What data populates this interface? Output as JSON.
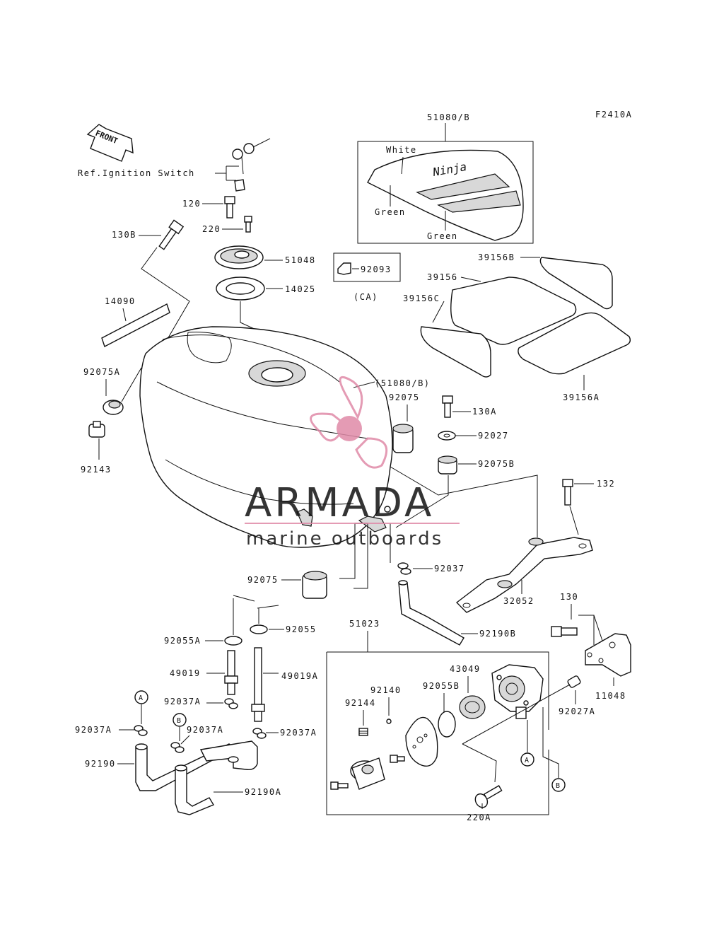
{
  "figure_code": "F2410A",
  "front_arrow": "FRONT",
  "ref_ignition": "Ref.Ignition Switch",
  "decal_box": {
    "code": "51080/B",
    "white": "White",
    "green1": "Green",
    "green2": "Green",
    "logo": "Ninja"
  },
  "box_92093": {
    "code": "92093",
    "note": "(CA)"
  },
  "labels": {
    "p120": "120",
    "p220": "220",
    "p130B": "130B",
    "p51048": "51048",
    "p14025": "14025",
    "p14090": "14090",
    "p92075A": "92075A",
    "p92143": "92143",
    "p51080B_ref": "(51080/B)",
    "p92075_a": "92075",
    "p130A": "130A",
    "p92027": "92027",
    "p92075B": "92075B",
    "p132": "132",
    "p39156B": "39156B",
    "p39156": "39156",
    "p39156C": "39156C",
    "p39156A": "39156A",
    "p92037": "92037",
    "p32052": "32052",
    "p92075_b": "92075",
    "p92055": "92055",
    "p92055A": "92055A",
    "p49019": "49019",
    "p49019A": "49019A",
    "p92037A_1": "92037A",
    "p92037A_2": "92037A",
    "p92037A_3": "92037A",
    "p92037A_4": "92037A",
    "p92190": "92190",
    "p92190A": "92190A",
    "p92190B": "92190B",
    "p51023": "51023",
    "p43049": "43049",
    "p92140": "92140",
    "p92055B": "92055B",
    "p92144": "92144",
    "p130": "130",
    "p11048": "11048",
    "p92027A": "92027A",
    "p220A": "220A"
  },
  "circle_refs": {
    "A": "A",
    "B": "B"
  },
  "watermark": {
    "brand": "ARMADA",
    "tagline": "marine outboards",
    "color": "#e08aa8"
  }
}
